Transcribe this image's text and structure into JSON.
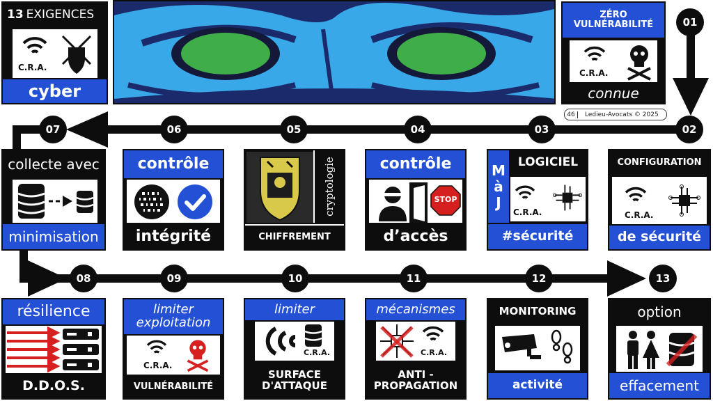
{
  "header": {
    "count_number": "13",
    "count_label": "EXIGENCES",
    "cyber_label": "cyber",
    "footer_page": "46",
    "footer_credit": "Ledieu-Avocats  ©  2025"
  },
  "cra_label": "C.R.A.",
  "nodes": [
    "01",
    "02",
    "03",
    "04",
    "05",
    "06",
    "07",
    "08",
    "09",
    "10",
    "11",
    "12",
    "13"
  ],
  "cards": {
    "c01": {
      "top": "ZÉRO",
      "top2": "VULNÉRABILITÉ",
      "bottom": "connue"
    },
    "c02": {
      "top": "CONFIGURATION",
      "bottom": "de sécurité"
    },
    "c03": {
      "side": [
        "M",
        "à",
        "J"
      ],
      "top": "LOGICIEL",
      "bottom": "#sécurité"
    },
    "c04": {
      "top": "contrôle",
      "bottom": "d’accès",
      "stop": "STOP"
    },
    "c05": {
      "side": "cryptologie",
      "bottom": "CHIFFREMENT"
    },
    "c06": {
      "top": "contrôle",
      "bottom": "intégrité"
    },
    "c07": {
      "top": "collecte avec",
      "bottom": "minimisation"
    },
    "c08": {
      "top": "résilience",
      "bottom": "D.D.O.S."
    },
    "c09": {
      "top": "limiter",
      "top2": "exploitation",
      "bottom": "VULNÉRABILITÉ"
    },
    "c10": {
      "top": "limiter",
      "bottom": "SURFACE",
      "bottom2": "D'ATTAQUE"
    },
    "c11": {
      "top": "mécanismes",
      "bottom": "ANTI -",
      "bottom2": "PROPAGATION"
    },
    "c12": {
      "top": "MONITORING",
      "bottom": "activité"
    },
    "c13": {
      "top": "option",
      "bottom": "effacement"
    }
  },
  "colors": {
    "accent_blue": "#2450d6",
    "black": "#0d0d0d",
    "danger_red": "#d62020",
    "eye_green": "#3fae49"
  }
}
